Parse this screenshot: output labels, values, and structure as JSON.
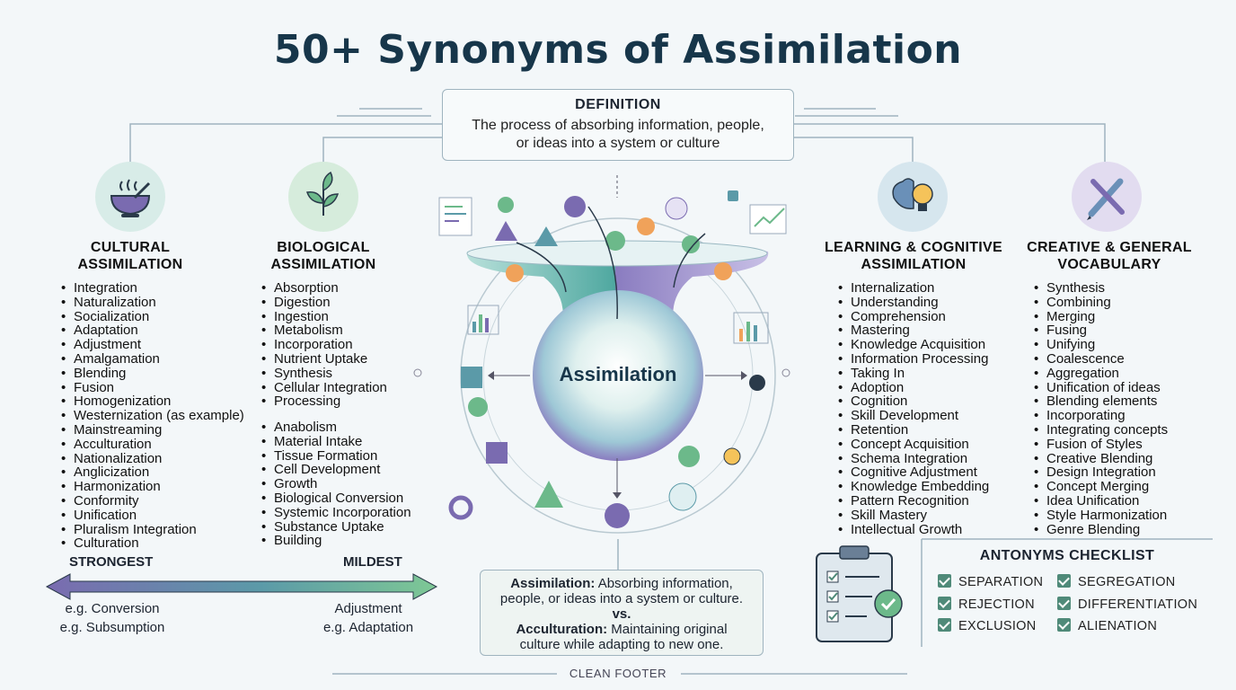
{
  "title": "50+ Synonyms of Assimilation",
  "definition": {
    "heading": "DEFINITION",
    "line1": "The process of absorbing information, people,",
    "line2": "or ideas into a system or culture"
  },
  "center_label": "Assimilation",
  "categories": [
    {
      "title_line1": "CULTURAL",
      "title_line2": "ASSIMILATION",
      "icon": "soup-bowl-icon",
      "items": [
        "Integration",
        "Naturalization",
        "Socialization",
        "Adaptation",
        "Adjustment",
        "Amalgamation",
        "Blending",
        "Fusion",
        "Homogenization",
        "Westernization (as example)",
        "Mainstreaming",
        "Acculturation",
        "Nationalization",
        "Anglicization",
        "Harmonization",
        "Conformity",
        "Unification",
        "Pluralism Integration",
        "Culturation"
      ]
    },
    {
      "title_line1": "BIOLOGICAL",
      "title_line2": "ASSIMILATION",
      "icon": "leaf-sprout-icon",
      "items": [
        "Absorption",
        "Digestion",
        "Ingestion",
        "Metabolism",
        "Incorporation",
        "Nutrient Uptake",
        "Synthesis",
        "Cellular Integration",
        "Processing"
      ],
      "items2": [
        "Anabolism",
        "Material Intake",
        "Tissue Formation",
        "Cell Development",
        "Growth",
        "Biological Conversion",
        "Systemic Incorporation",
        "Substance Uptake",
        "Building"
      ]
    },
    {
      "title_line1": "LEARNING & COGNITIVE",
      "title_line2": "ASSIMILATION",
      "icon": "brain-lightbulb-icon",
      "items": [
        "Internalization",
        "Understanding",
        "Comprehension",
        "Mastering",
        "Knowledge Acquisition",
        "Information Processing",
        "Taking In",
        "Adoption",
        "Cognition",
        "Skill Development",
        "Retention",
        "Concept Acquisition",
        "Schema Integration",
        "Cognitive Adjustment",
        "Knowledge Embedding",
        "Pattern Recognition",
        "Skill Mastery",
        "Intellectual Growth"
      ]
    },
    {
      "title_line1": "CREATIVE & GENERAL",
      "title_line2": "VOCABULARY",
      "icon": "pencil-brush-icon",
      "items": [
        "Synthesis",
        "Combining",
        "Merging",
        "Fusing",
        "Unifying",
        "Coalescence",
        "Aggregation",
        "Unification of ideas",
        "Blending elements",
        "Incorporating",
        "Integrating concepts",
        "Fusion of Styles",
        "Creative Blending",
        "Design Integration",
        "Concept Merging",
        "Idea Unification",
        "Style Harmonization",
        "Genre Blending"
      ]
    }
  ],
  "scale": {
    "left_label": "STRONGEST",
    "right_label": "MILDEST",
    "left_ex1": "e.g. Conversion",
    "left_ex2": "e.g. Subsumption",
    "right_ex1": "Adjustment",
    "right_ex2": "e.g. Adaptation"
  },
  "comparison": {
    "a_term": "Assimilation:",
    "a_text1": " Absorbing information,",
    "a_text2": "people, or ideas into a system or culture.",
    "vs": "vs.",
    "b_term": "Acculturation:",
    "b_text1": " Maintaining original",
    "b_text2": "culture while adapting to new one."
  },
  "antonyms": {
    "heading": "ANTONYMS CHECKLIST",
    "items": [
      "SEPARATION",
      "SEGREGATION",
      "REJECTION",
      "DIFFERENTIATION",
      "EXCLUSION",
      "ALIENATION"
    ]
  },
  "footer": "CLEAN FOOTER",
  "colors": {
    "title": "#17364a",
    "teal": "#4f8a79",
    "purple": "#7a6bb0",
    "green": "#6cb98a",
    "orange": "#f0a25a"
  }
}
